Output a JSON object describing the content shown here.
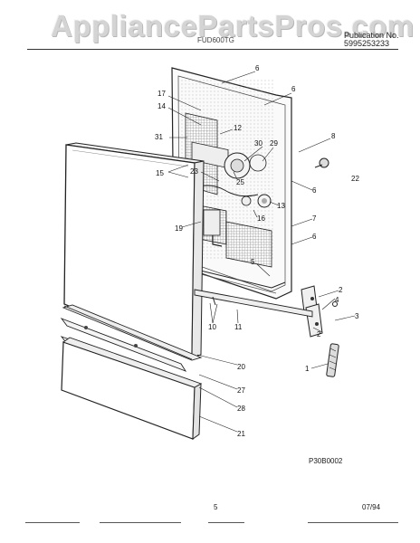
{
  "watermark": "AppliancePartsPros.com",
  "header": {
    "model": "FUD600TG",
    "publication_label": "Publication No.",
    "publication_number": "5995253233"
  },
  "figure_code": "P30B0002",
  "footer": {
    "page": "5",
    "date": "07/94"
  },
  "callouts": [
    "6",
    "6",
    "17",
    "14",
    "12",
    "31",
    "30",
    "29",
    "8",
    "22",
    "15",
    "23",
    "25",
    "6",
    "13",
    "16",
    "7",
    "19",
    "6",
    "5",
    "2",
    "4",
    "3",
    "2",
    "10",
    "11",
    "1",
    "20",
    "27",
    "28",
    "21"
  ]
}
